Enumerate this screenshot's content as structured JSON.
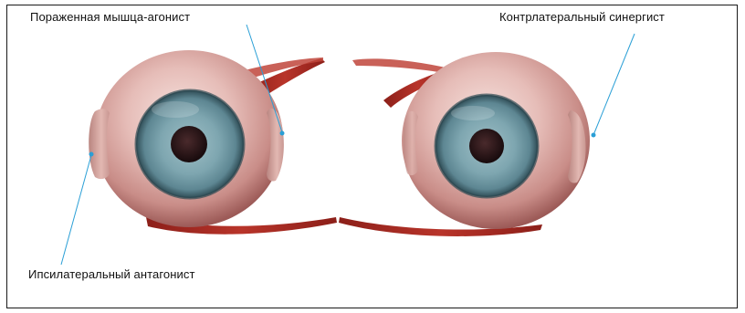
{
  "labels": {
    "affected_agonist": "Пораженная мышца-агонист",
    "contralateral_synergist": "Контрлатеральный синергист",
    "ipsilateral_antagonist": "Ипсилатеральный антагонист"
  },
  "colors": {
    "pointer": "#2a9fd6",
    "muscle": "#a32a22",
    "sclera": "#e0b5b0",
    "iris": "#6f9aa6",
    "pupil": "#241416",
    "frame": "#1a1a1a"
  }
}
